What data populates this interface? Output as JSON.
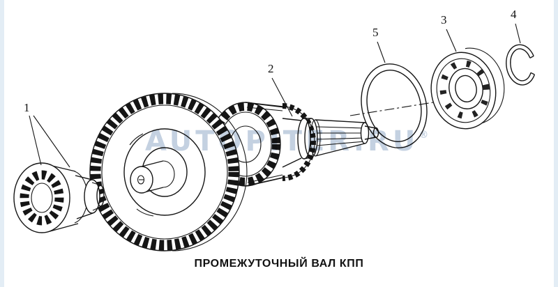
{
  "watermark": {
    "text": "AUTOPITER.RU",
    "reg": "®",
    "color": "#94abc8"
  },
  "caption": "ПРОМЕЖУТОЧНЫЙ ВАЛ КПП",
  "labels": {
    "part1": "1",
    "part2": "2",
    "part3": "3",
    "part4": "4",
    "part5": "5"
  }
}
